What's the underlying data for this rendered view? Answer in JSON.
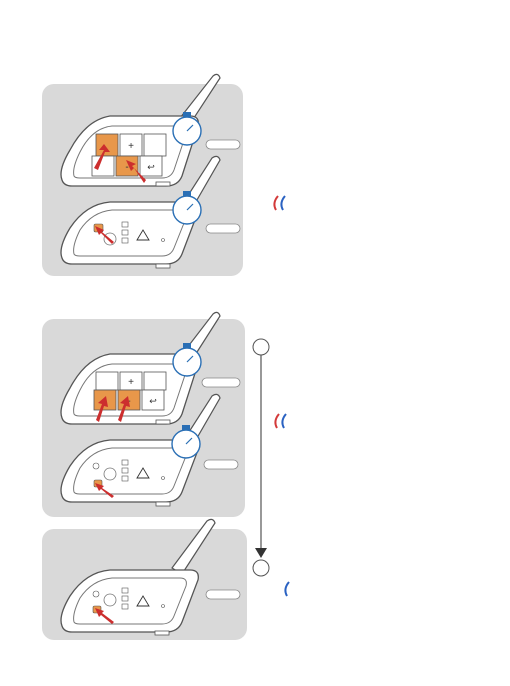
{
  "page": {
    "title": "",
    "background": "#ffffff"
  },
  "colors": {
    "panel_bg": "#d9d9d9",
    "device_body": "#ffffff",
    "device_outline": "#555555",
    "highlight_button": "#e8974a",
    "arrow_red": "#cc2e2e",
    "timer_blue": "#2a6fb5",
    "led_red": "#d33a3a",
    "led_blue": "#2a62c2",
    "connector_line": "#555555"
  },
  "panels": [
    {
      "id": "step-a",
      "devices": [
        {
          "view": "side-keypad",
          "highlighted": [
            "left-button",
            "minus-button"
          ],
          "pill_label": "",
          "timer": true
        },
        {
          "view": "front-face",
          "highlighted": [
            "power-button"
          ],
          "pill_label": "",
          "timer": true
        }
      ]
    },
    {
      "id": "step-b",
      "devices": [
        {
          "view": "side-keypad",
          "highlighted": [
            "left-button",
            "minus-button"
          ],
          "pill_label": "",
          "timer": true
        },
        {
          "view": "front-face",
          "highlighted": [
            "power-button"
          ],
          "pill_label": "",
          "timer": true
        }
      ]
    },
    {
      "id": "step-c",
      "devices": [
        {
          "view": "front-face",
          "highlighted": [
            "power-button"
          ],
          "pill_label": "",
          "timer": false
        }
      ]
    }
  ],
  "keypad_symbols": {
    "plus": "+",
    "minus": "-",
    "phone": "↩"
  },
  "indicators": [
    {
      "id": "led-a",
      "colors": [
        "red",
        "blue"
      ]
    },
    {
      "id": "led-b",
      "colors": [
        "red",
        "blue"
      ]
    },
    {
      "id": "led-c",
      "colors": [
        "blue"
      ]
    }
  ],
  "flow": {
    "start_node": "",
    "end_node": "",
    "direction": "down"
  }
}
